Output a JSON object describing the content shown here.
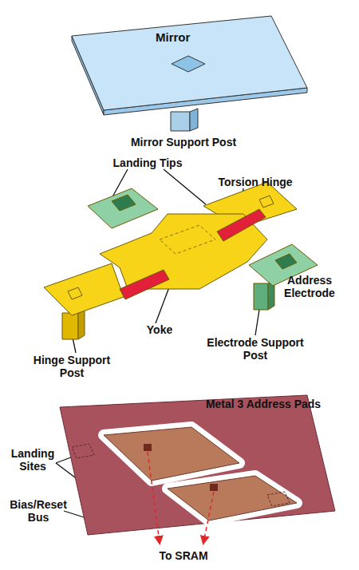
{
  "diagram": {
    "nodes": [
      {
        "text": [
          "Mirror"
        ]
      }
    ],
    "labels": [
      "Mirror Support Post",
      "Landing Tips",
      "Torsion Hinge",
      "Address Electrode",
      "Yoke",
      "Electrode Support Post",
      "Hinge Support Post",
      "Metal 3 Address Pads",
      "Landing Sites",
      "Bias/Reset Bus",
      "To SRAM"
    ]
  }
}
